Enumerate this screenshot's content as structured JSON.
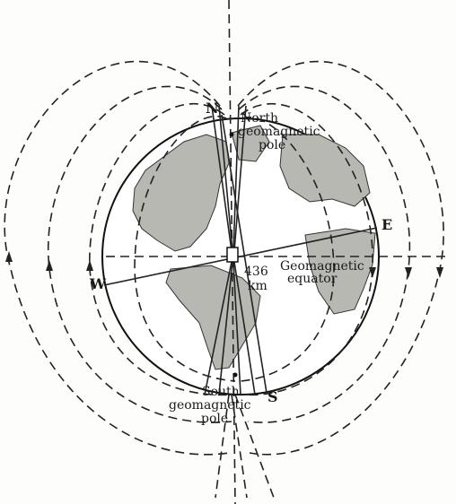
{
  "labels": {
    "north_letter": "N",
    "south_letter": "S",
    "east_letter": "E",
    "west_letter": "W",
    "north_pole_line1": "North",
    "north_pole_line2": "geomagnetic",
    "north_pole_line3": "pole",
    "south_pole_line1": "South",
    "south_pole_line2": "geomagnetic",
    "south_pole_line3": "pole",
    "offset_value": "436",
    "offset_unit": "km",
    "equator_line1": "Geomagnetic",
    "equator_line2": "equator"
  }
}
